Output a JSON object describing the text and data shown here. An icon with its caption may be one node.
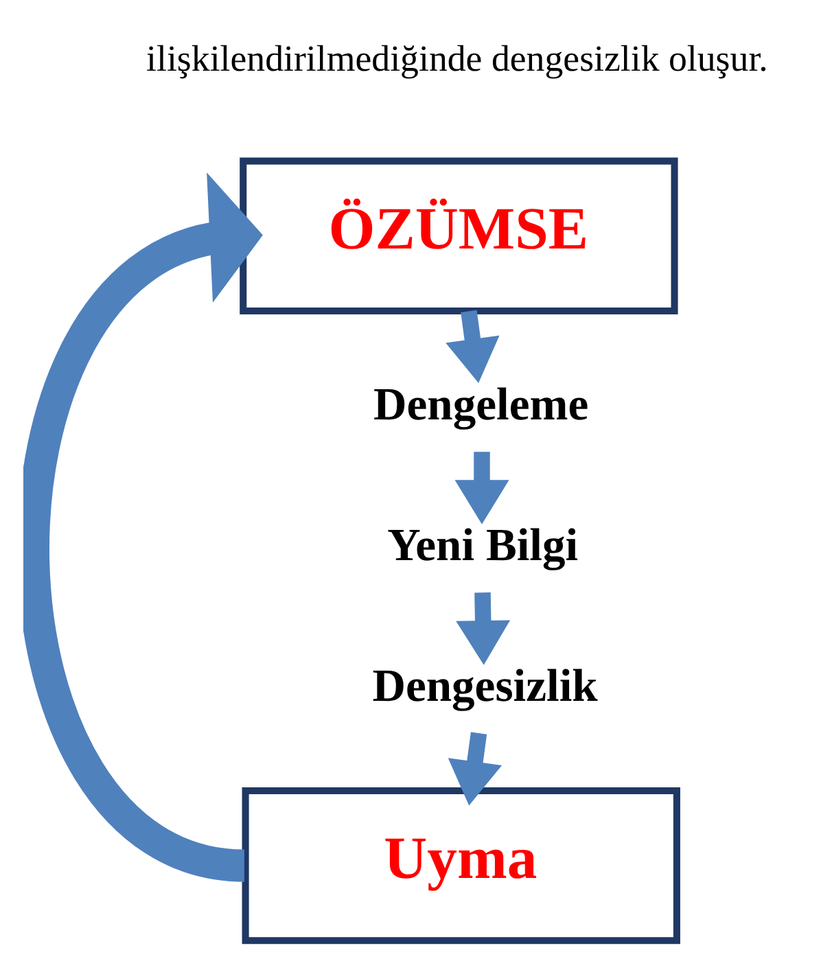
{
  "diagram": {
    "nodes": [
      {
        "text": [
          "ÖZÜMSE"
        ]
      },
      {
        "text": [
          "Dengeleme"
        ]
      },
      {
        "text": [
          "Yeni Bilgi"
        ]
      },
      {
        "text": [
          "Dengesizlik"
        ]
      },
      {
        "text": [
          "Uyma"
        ]
      }
    ],
    "edges": [
      {
        "from": 0,
        "to": 1,
        "arrow": "to"
      },
      {
        "from": 1,
        "to": 2,
        "arrow": "to"
      },
      {
        "from": 2,
        "to": 3,
        "arrow": "to"
      },
      {
        "from": 3,
        "to": 4,
        "arrow": "to"
      },
      {
        "from": 4,
        "to": 0,
        "arrow": "to",
        "style": "thick"
      }
    ],
    "labels": [
      "ilişkilendirilmediğinde dengesizlik oluşur."
    ]
  }
}
